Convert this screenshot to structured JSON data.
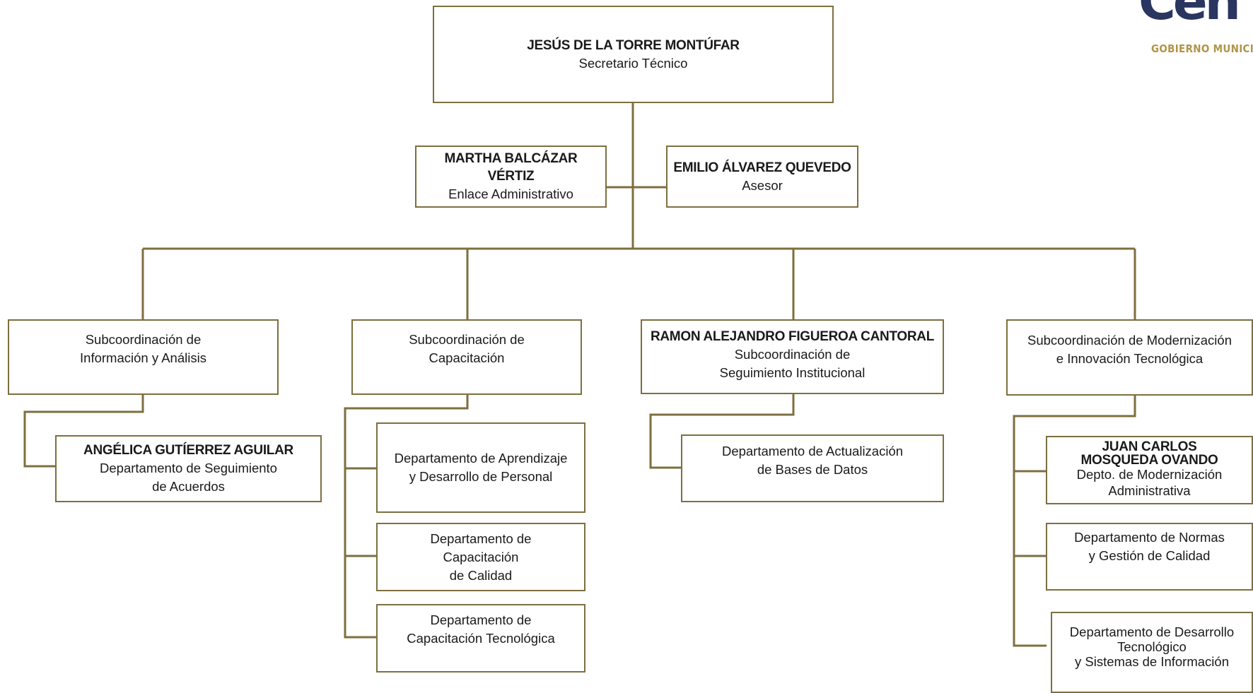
{
  "logo": {
    "mark": "Cen",
    "tagline": "GOBIERNO MUNICIP"
  },
  "colors": {
    "border": "#7d6f3f",
    "connector": "#7d6f3f",
    "logo_mark": "#2a3560",
    "logo_tagline": "#b09547"
  },
  "nodes": {
    "secretario": {
      "name": "JESÚS DE LA TORRE MONTÚFAR",
      "title": "Secretario Técnico"
    },
    "enlace": {
      "name": "MARTHA BALCÁZAR VÉRTIZ",
      "title": "Enlace Administrativo"
    },
    "asesor": {
      "name": "EMILIO ÁLVAREZ QUEVEDO",
      "title": "Asesor"
    },
    "sub_info": {
      "line1": "Subcoordinación  de",
      "line2": "Información y Análisis"
    },
    "sub_cap": {
      "line1": "Subcoordinación de",
      "line2": "Capacitación"
    },
    "sub_seg": {
      "name": "RAMON ALEJANDRO FIGUEROA CANTORAL",
      "line1": "Subcoordinación de",
      "line2": "Seguimiento Institucional"
    },
    "sub_mod": {
      "line1": "Subcoordinación de Modernización",
      "line2": "e Innovación Tecnológica"
    },
    "dep_acuerdos": {
      "name": "ANGÉLICA GUTÍERREZ AGUILAR",
      "line1": "Departamento de Seguimiento",
      "line2": "de Acuerdos"
    },
    "dep_aprendizaje": {
      "line1": "Departamento de Aprendizaje",
      "line2": "y Desarrollo de Personal"
    },
    "dep_cap_calidad": {
      "line1": "Departamento de",
      "line2": "Capacitación",
      "line3": "de Calidad"
    },
    "dep_cap_tec": {
      "line1": "Departamento  de",
      "line2": "Capacitación Tecnológica"
    },
    "dep_bases": {
      "line1": "Departamento de  Actualización",
      "line2": "de Bases de Datos"
    },
    "dep_mod_admin": {
      "name1": "JUAN CARLOS",
      "name2": "MOSQUEDA OVANDO",
      "line1": "Depto. de Modernización",
      "line2": "Administrativa"
    },
    "dep_normas": {
      "line1": "Departamento de Normas",
      "line2": "y Gestión de Calidad"
    },
    "dep_desarrollo": {
      "line1": "Departamento de Desarrollo",
      "line2": "Tecnológico",
      "line3": "y Sistemas de Información"
    }
  }
}
